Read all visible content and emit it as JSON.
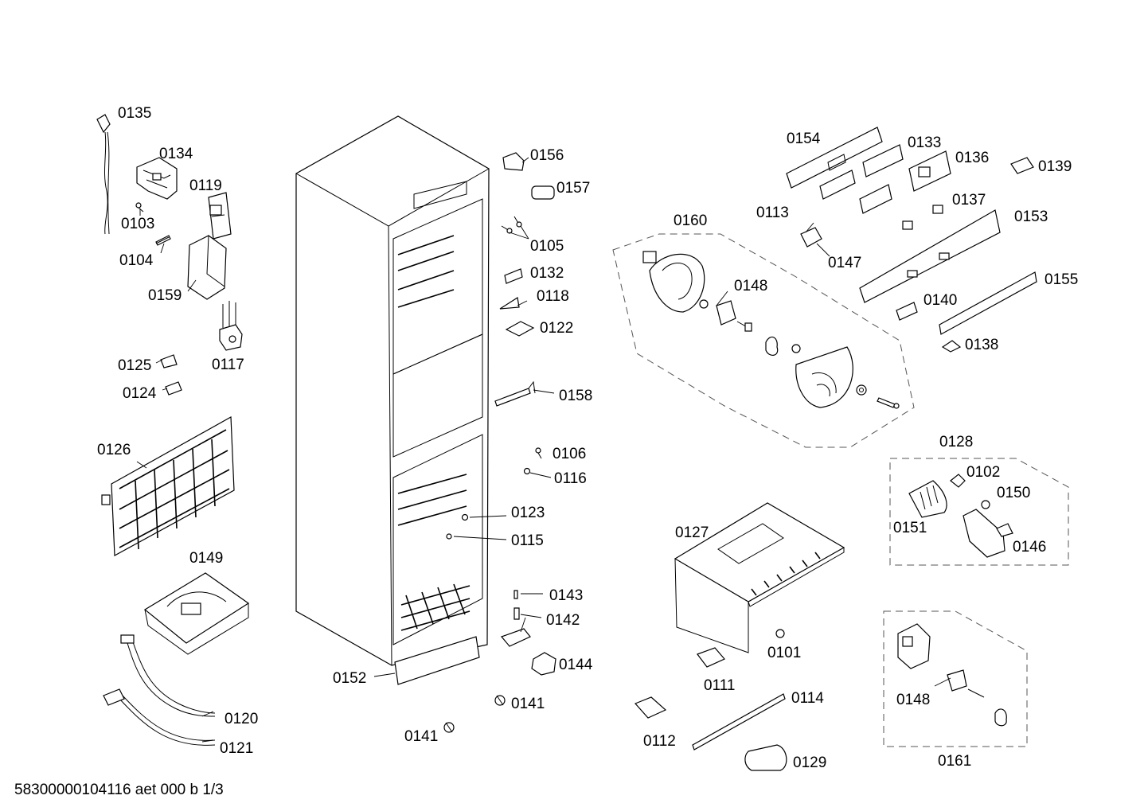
{
  "document_code": "58300000104116 aet 000 b 1/3",
  "labels": {
    "p0101": "0101",
    "p0102": "0102",
    "p0103": "0103",
    "p0104": "0104",
    "p0105": "0105",
    "p0106": "0106",
    "p0111": "0111",
    "p0112": "0112",
    "p0113": "0113",
    "p0114": "0114",
    "p0115": "0115",
    "p0116": "0116",
    "p0117": "0117",
    "p0118": "0118",
    "p0119": "0119",
    "p0120": "0120",
    "p0121": "0121",
    "p0122": "0122",
    "p0123": "0123",
    "p0124": "0124",
    "p0125": "0125",
    "p0126": "0126",
    "p0127": "0127",
    "p0128": "0128",
    "p0129": "0129",
    "p0132": "0132",
    "p0133": "0133",
    "p0134": "0134",
    "p0135": "0135",
    "p0136": "0136",
    "p0137": "0137",
    "p0138": "0138",
    "p0139": "0139",
    "p0140": "0140",
    "p0141a": "0141",
    "p0141b": "0141",
    "p0142": "0142",
    "p0143": "0143",
    "p0144": "0144",
    "p0146": "0146",
    "p0147": "0147",
    "p0148a": "0148",
    "p0148b": "0148",
    "p0149": "0149",
    "p0150": "0150",
    "p0151": "0151",
    "p0152": "0152",
    "p0153": "0153",
    "p0154": "0154",
    "p0155": "0155",
    "p0156": "0156",
    "p0157": "0157",
    "p0158": "0158",
    "p0159": "0159",
    "p0160": "0160",
    "p0161": "0161"
  }
}
